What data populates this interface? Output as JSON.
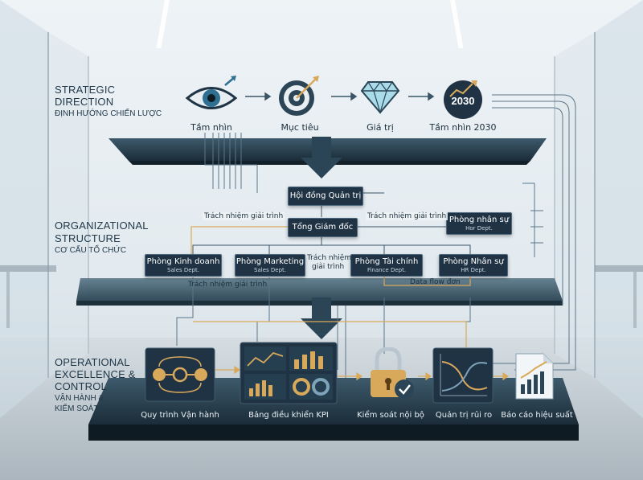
{
  "strategic": {
    "title_line1": "STRATEGIC",
    "title_line2": "DIRECTION",
    "subtitle": "ĐỊNH HƯỚNG CHIẾN LƯỢC",
    "items": [
      {
        "label": "Tầm nhìn",
        "icon": "eye-icon"
      },
      {
        "label": "Mục tiêu",
        "icon": "target-icon"
      },
      {
        "label": "Giá trị",
        "icon": "diamond-icon"
      },
      {
        "label": "Tầm nhìn 2030",
        "icon": "chart-2030-icon",
        "badge": "2030"
      }
    ]
  },
  "organizational": {
    "title_line1": "ORGANIZATIONAL",
    "title_line2": "STRUCTURE",
    "subtitle": "CƠ CẤU TỔ CHỨC",
    "board": "Hội đồng Quản trị",
    "ceo": "Tổng Giám đốc",
    "hr_top": {
      "name": "Phòng nhân sự",
      "sub": "Hor Dept."
    },
    "departments": [
      {
        "name": "Phòng Kinh doanh",
        "sub": "Sales Dept."
      },
      {
        "name": "Phòng Marketing",
        "sub": "Sales Dept."
      },
      {
        "name": "Phòng Tài chính",
        "sub": "Finance Dept."
      },
      {
        "name": "Phòng Nhân sự",
        "sub": "HR Dept."
      }
    ],
    "resp_left": "Trách nhiệm giải trình",
    "resp_right": "Trách nhiệm giải trình",
    "resp_center_line1": "Trách nhiệm",
    "resp_center_line2": "giải trình",
    "resp_bottom": "Trách nhiệm giải trình",
    "data_flow": "Data flow đơn"
  },
  "operational": {
    "title_line1": "OPERATIONAL",
    "title_line2": "EXCELLENCE &",
    "title_line3": "CONTROL",
    "subtitle_line1": "VẬN HÀNH &",
    "subtitle_line2": "KIỂM SOÁT",
    "items": [
      {
        "label": "Quy trình Vận hành",
        "icon": "process-flow-icon"
      },
      {
        "label": "Bảng điều khiển KPI",
        "icon": "kpi-dashboard-icon"
      },
      {
        "label": "Kiểm soát nội bộ",
        "icon": "padlock-check-icon"
      },
      {
        "label": "Quản trị rủi ro",
        "icon": "risk-chart-icon"
      },
      {
        "label": "Báo cáo hiệu suất",
        "icon": "performance-report-icon"
      }
    ]
  },
  "colors": {
    "navy": "#1f3344",
    "teal": "#2e4b5c",
    "gold": "#d9a95b",
    "line": "#4a6a80"
  }
}
